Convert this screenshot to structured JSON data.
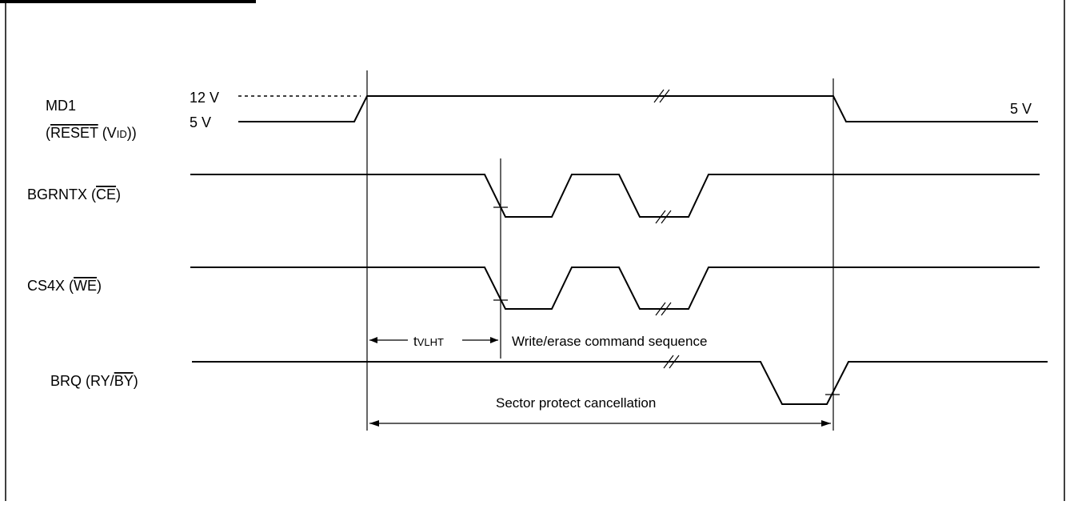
{
  "title": "",
  "signals": {
    "md1": {
      "line1": "MD1",
      "line2_open": "(",
      "line2_bar": "RESET",
      "line2_mid": " (V",
      "line2_sub": "ID",
      "line2_close": "))"
    },
    "bgrntx": {
      "prefix": "BGRNTX (",
      "bar": "CE",
      "suffix": ")"
    },
    "cs4x": {
      "prefix": "CS4X (",
      "bar": "WE",
      "suffix": ")"
    },
    "brq": {
      "prefix": "BRQ (RY/",
      "bar": "BY",
      "suffix": ")"
    }
  },
  "levels": {
    "v12": "12 V",
    "v5": "5 V",
    "v5_right": "5 V"
  },
  "annotations": {
    "tvlht_main": "t",
    "tvlht_sub": "VLHT",
    "write_erase": "Write/erase command sequence",
    "sector_protect": "Sector protect cancellation"
  },
  "colors": {
    "line": "#000000",
    "background": "#ffffff"
  }
}
